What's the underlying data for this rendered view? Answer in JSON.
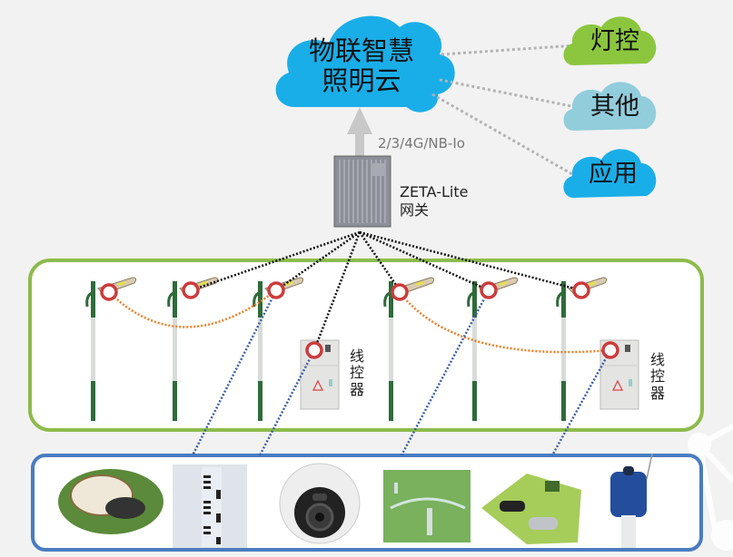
{
  "title": "物联智慧照明云 architecture diagram",
  "cloud": {
    "main_line1": "物联智慧",
    "main_line2": "照明云",
    "main_color": "#1aaee8"
  },
  "services": [
    {
      "label": "灯控",
      "color": "#8cc63f"
    },
    {
      "label": "其他",
      "color": "#92cddc"
    },
    {
      "label": "应用",
      "color": "#1aaee8"
    }
  ],
  "uplink": {
    "label": "2/3/4G/NB-Io",
    "arrow_color": "#c8c8c8"
  },
  "gateway": {
    "name": "ZETA-Lite",
    "type": "网关"
  },
  "street_lights": {
    "count": 6,
    "border_color": "#8dbb4c",
    "node_color": "#cc3b3b",
    "mesh_link_color": "#f07e26"
  },
  "line_controllers": [
    {
      "label_chars": [
        "线",
        "控",
        "器"
      ]
    },
    {
      "label_chars": [
        "线",
        "控",
        "器"
      ]
    }
  ],
  "sensor_panel": {
    "border_color": "#4a7cc0",
    "items": [
      {
        "name": "manhole-cover"
      },
      {
        "name": "water-level-gauge"
      },
      {
        "name": "security-camera"
      },
      {
        "name": "sprinkler"
      },
      {
        "name": "parking-lot"
      },
      {
        "name": "gas-detector"
      }
    ]
  },
  "link_colors": {
    "gateway": "#111111",
    "sensor": "#3a5ea8"
  }
}
